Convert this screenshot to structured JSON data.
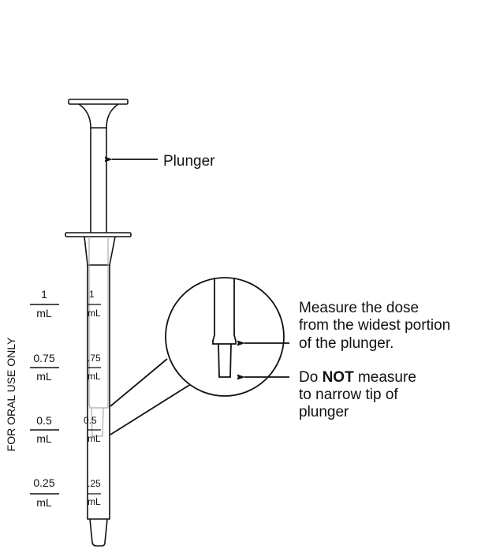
{
  "side_label": "FOR ORAL USE ONLY",
  "plunger_label": "Plunger",
  "callout_widest": [
    "Measure the dose",
    "from the widest portion",
    "of the plunger."
  ],
  "callout_tip": {
    "line1_pre": "Do ",
    "line1_bold": "NOT",
    "line1_post": " measure",
    "line2": "to narrow tip of",
    "line3": "plunger"
  },
  "scale": [
    {
      "value": "1",
      "unit": "mL",
      "barrel_value": "1"
    },
    {
      "value": "0.75",
      "unit": "mL",
      "barrel_value": ".75"
    },
    {
      "value": "0.5",
      "unit": "mL",
      "barrel_value": "0.5"
    },
    {
      "value": "0.25",
      "unit": "mL",
      "barrel_value": ".25"
    }
  ],
  "colors": {
    "ink": "#111111",
    "ghost": "#aaaaaa"
  }
}
